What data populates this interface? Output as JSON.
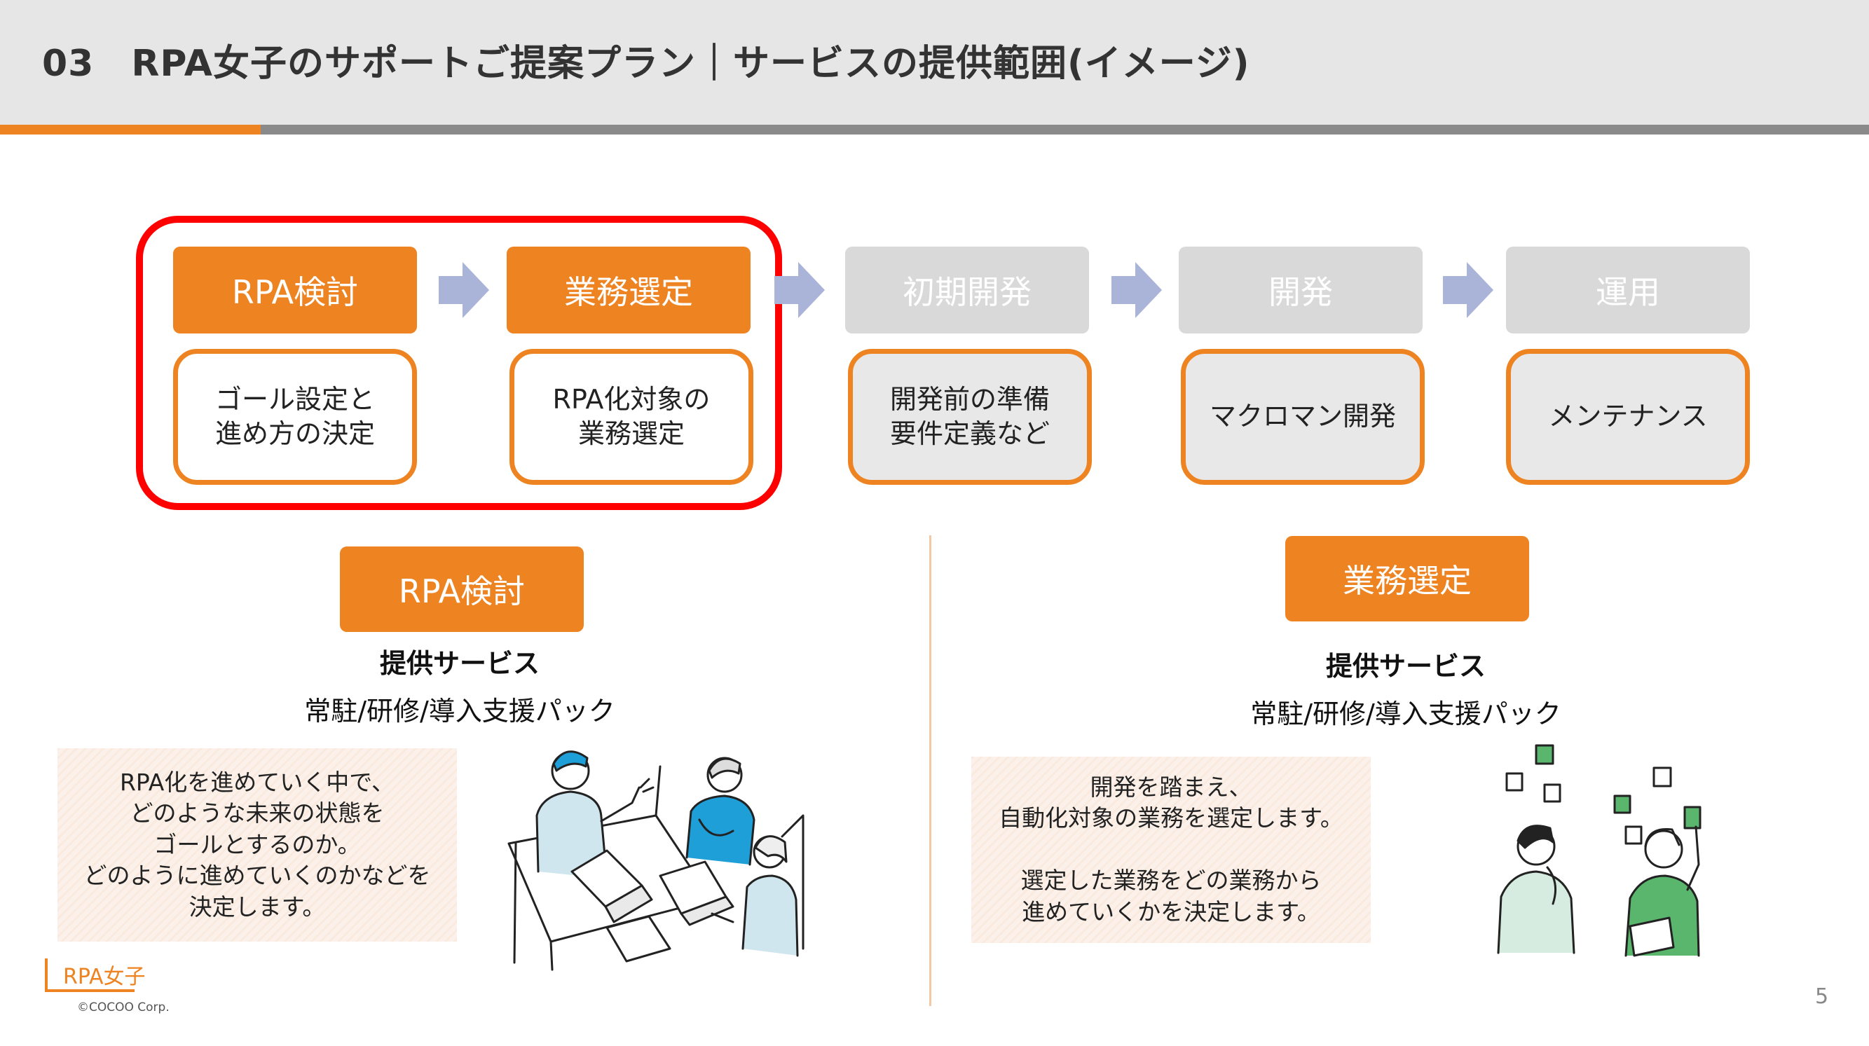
{
  "header": {
    "title": "03　RPA女子のサポートご提案プラン｜サービスの提供範囲(イメージ)"
  },
  "flow": {
    "steps": [
      {
        "label": "RPA検討",
        "desc": "ゴール設定と\n進め方の決定",
        "active": true
      },
      {
        "label": "業務選定",
        "desc": "RPA化対象の\n業務選定",
        "active": true
      },
      {
        "label": "初期開発",
        "desc": "開発前の準備\n要件定義など",
        "active": false
      },
      {
        "label": "開発",
        "desc": "マクロマン開発",
        "active": false
      },
      {
        "label": "運用",
        "desc": "メンテナンス",
        "active": false
      }
    ]
  },
  "left_section": {
    "label": "RPA検討",
    "service_title": "提供サービス",
    "service_items": "常駐/研修/導入支援パック",
    "note": "RPA化を進めていく中で、\nどのような未来の状態を\nゴールとするのか。\nどのように進めていくのかなどを\n決定します。"
  },
  "right_section": {
    "label": "業務選定",
    "service_title": "提供サービス",
    "service_items": "常駐/研修/導入支援パック",
    "note": "開発を踏まえ、\n自動化対象の業務を選定します。\n\n選定した業務をどの業務から\n進めていくかを決定します。"
  },
  "footer": {
    "logo_text": "RPA女子",
    "copyright": "©COCOO Corp.",
    "page_number": "5"
  },
  "colors": {
    "accent": "#ee8322",
    "highlight": "#ff0000",
    "arrow": "#a9b4d8",
    "inactive": "#d9d9d9"
  }
}
